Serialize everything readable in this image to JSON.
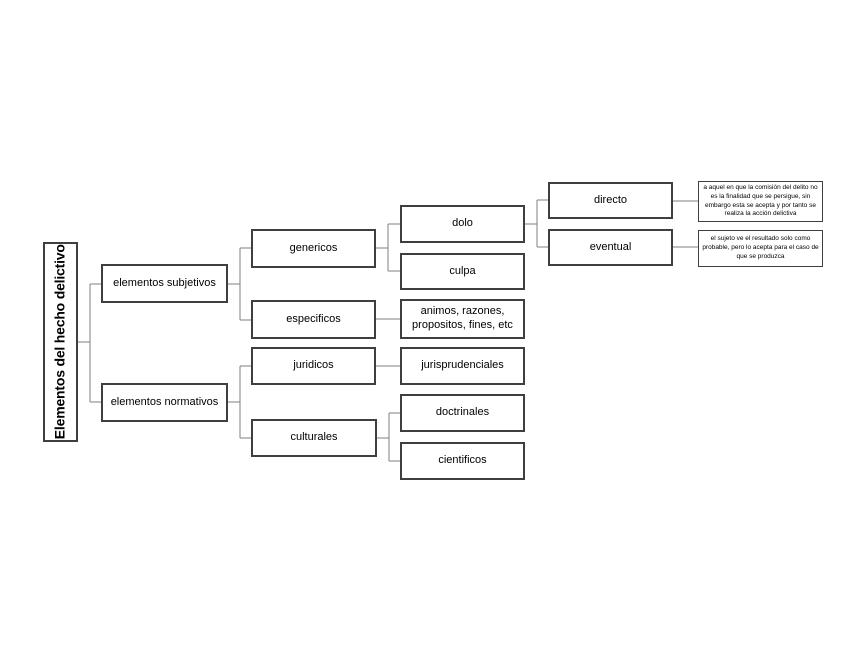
{
  "diagram": {
    "title": "Elementos del hecho delictivo",
    "nodes": {
      "root": "Elementos del hecho delictivo",
      "subjetivos": "elementos subjetivos",
      "normativos": "elementos normativos",
      "genericos": "genericos",
      "especificos": "especificos",
      "juridicos": "juridicos",
      "culturales": "culturales",
      "dolo": "dolo",
      "culpa": "culpa",
      "animos": "animos, razones, propositos, fines, etc",
      "jurisprudenciales": "jurisprudenciales",
      "doctrinales": "doctrinales",
      "cientificos": "cientificos",
      "directo": "directo",
      "eventual": "eventual",
      "desc_directo": "a aquel en que la comisión del delito no es la finalidad que se persigue, sin embargo esta se acepta y por tanto se realiza la acción delictiva",
      "desc_eventual": "el sujeto ve el resultado solo como probable, pero lo acepta para el caso de que se produzca"
    },
    "edges": [
      {
        "from": "root",
        "to": "subjetivos"
      },
      {
        "from": "root",
        "to": "normativos"
      },
      {
        "from": "subjetivos",
        "to": "genericos"
      },
      {
        "from": "subjetivos",
        "to": "especificos"
      },
      {
        "from": "normativos",
        "to": "juridicos"
      },
      {
        "from": "normativos",
        "to": "culturales"
      },
      {
        "from": "genericos",
        "to": "dolo"
      },
      {
        "from": "genericos",
        "to": "culpa"
      },
      {
        "from": "especificos",
        "to": "animos"
      },
      {
        "from": "juridicos",
        "to": "jurisprudenciales"
      },
      {
        "from": "culturales",
        "to": "doctrinales"
      },
      {
        "from": "culturales",
        "to": "cientificos"
      },
      {
        "from": "dolo",
        "to": "directo"
      },
      {
        "from": "dolo",
        "to": "eventual"
      },
      {
        "from": "directo",
        "to": "desc_directo"
      },
      {
        "from": "eventual",
        "to": "desc_eventual"
      }
    ],
    "colors": {
      "background": "#ffffff",
      "box_border": "#3f3f3f",
      "connector": "#7f7f7f",
      "text": "#000000"
    }
  }
}
